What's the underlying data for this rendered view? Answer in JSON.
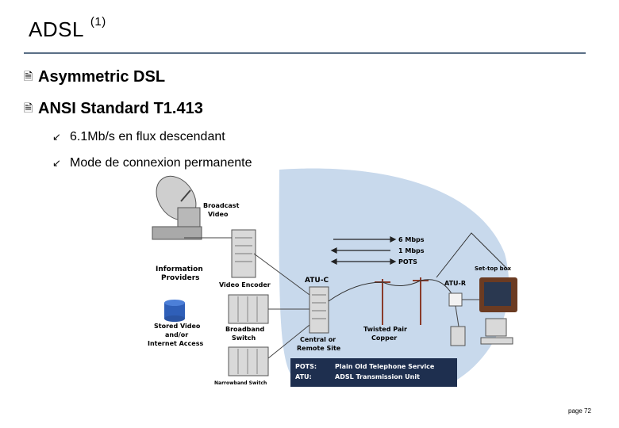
{
  "slide": {
    "title": "ADSL",
    "title_sup": "(1)",
    "page_number": "page 72"
  },
  "bullets": [
    {
      "icon": "notepad-icon",
      "text": "Asymmetric DSL"
    },
    {
      "icon": "notepad-icon",
      "text": "ANSI Standard T1.413"
    }
  ],
  "sub_bullets": [
    {
      "icon": "arrow-icon",
      "text": "6.1Mb/s en flux descendant"
    },
    {
      "icon": "arrow-icon",
      "text": "Mode de connexion permanente"
    }
  ],
  "diagram": {
    "broadcast_video": [
      "Broadcast",
      "Video"
    ],
    "information_providers": [
      "Information",
      "Providers"
    ],
    "video_encoder": "Video Encoder",
    "stored_video": [
      "Stored Video",
      "and/or",
      "Internet Access"
    ],
    "broadband_switch": [
      "Broadband",
      "Switch"
    ],
    "narrowband_switch": "Narrowband Switch",
    "atu_c": "ATU-C",
    "atu_r": "ATU-R",
    "central_remote": [
      "Central or",
      "Remote Site"
    ],
    "twisted_pair": [
      "Twisted Pair",
      "Copper"
    ],
    "settop": "Set-top box",
    "rates": [
      "6 Mbps",
      "1 Mbps",
      "POTS"
    ],
    "legend": [
      {
        "abbr": "POTS:",
        "desc": "Plain Old Telephone Service"
      },
      {
        "abbr": "ATU:",
        "desc": "ADSL Transmission Unit"
      }
    ],
    "colors": {
      "bubble": "#c8d9ec",
      "legend_bg": "#1e2f4f",
      "device": "#d9d9d9"
    }
  }
}
